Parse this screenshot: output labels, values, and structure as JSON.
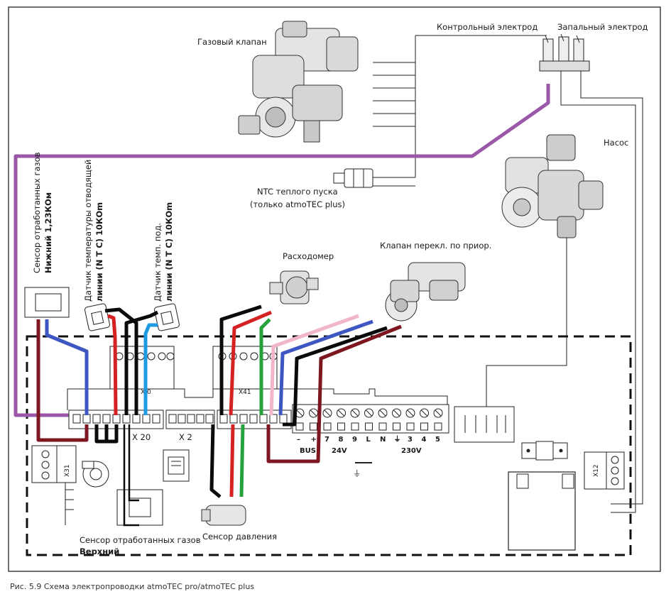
{
  "labels": {
    "gas_valve": "Газовый клапан",
    "control_electrode": "Контрольный электрод",
    "ignition_electrode": "Запальный электрод",
    "pump": "Насос",
    "ntc_line1": "NTC теплого пуска",
    "ntc_line2": "(только atmoTEC plus)",
    "flow_meter": "Расходомер",
    "priority_valve": "Клапан перекл. по приор.",
    "flue_lower_line1": "Сенсор отработанных газов",
    "flue_lower_line2": "Нижний 1,23КОм",
    "ntc_outflow_line1": "Датчик температуры отводящей",
    "ntc_outflow_line2": "линии (N T C) 10КОm",
    "ntc_supply_line1": "Датчик темп. под.",
    "ntc_supply_line2": "линии (N T C) 10КОm",
    "flue_upper_line1": "Сенсор отработанных газов",
    "flue_upper_line2": "Верхний",
    "pressure_sensor": "Сенсор давления",
    "caption": "Рис. 5.9 Схема электропроводки atmoTEC pro/atmoTEC plus"
  },
  "connectors": {
    "x20": "X 20",
    "x2": "X 2",
    "x41": "X41",
    "x31": "X31",
    "x12": "X12",
    "x20_top": "X 0"
  },
  "terminals": {
    "bus_pins": [
      "–",
      "+"
    ],
    "low_pins": [
      "7",
      "8",
      "9"
    ],
    "mains_pins": [
      "L",
      "N",
      "⏚",
      "3",
      "4",
      "5"
    ],
    "bus": "BUS",
    "v24": "24V",
    "v230": "230V",
    "ground": "⏚"
  },
  "colors": {
    "purple": "#9b57a8",
    "blue": "#3d56c2",
    "red": "#d42222",
    "black": "#0a0a0a",
    "cyan": "#1e9ae0",
    "green": "#26a23c",
    "pink": "#f2b6cc",
    "maroon": "#7e1620"
  }
}
